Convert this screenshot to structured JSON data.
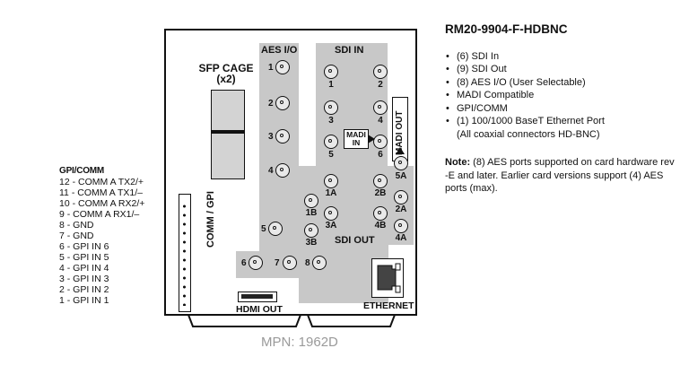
{
  "gpi_comm": {
    "heading": "GPI/COMM",
    "pins": [
      "12 - COMM A TX2/+",
      "11 - COMM A TX1/–",
      "10 - COMM A RX2/+",
      "9 - COMM A RX1/–",
      "8 - GND",
      "7 - GND",
      "6 - GPI IN 6",
      "5 - GPI IN 5",
      "4 - GPI IN 4",
      "3 - GPI IN 3",
      "2 - GPI IN 2",
      "1 - GPI IN 1"
    ]
  },
  "board": {
    "sfp_title": "SFP CAGE",
    "sfp_sub": "(x2)",
    "aes_title": "AES I/O",
    "sdi_in_title": "SDI IN",
    "sdi_out_title": "SDI OUT",
    "madi_out_label": "MADI OUT",
    "madi_in_label_1": "MADI",
    "madi_in_label_2": "IN",
    "comm_gpi_label": "COMM / GPI",
    "hdmi_label": "HDMI OUT",
    "ethernet_label": "ETHERNET",
    "aes_ports": [
      "1",
      "2",
      "3",
      "4",
      "5",
      "6",
      "7",
      "8"
    ],
    "sdi_in_ports": [
      "1",
      "2",
      "3",
      "4",
      "5",
      "6"
    ],
    "sdi_out_ports": [
      "5A",
      "2B",
      "1A",
      "2A",
      "1B",
      "4B",
      "3A",
      "4A",
      "3B"
    ]
  },
  "mpn": "MPN: 1962D",
  "info": {
    "model": "RM20-9904-F-HDBNC",
    "features": [
      "(6) SDI In",
      "(9) SDI Out",
      "(8) AES I/O (User Selectable)",
      "MADI Compatible",
      "GPI/COMM",
      "(1) 100/1000 BaseT Ethernet Port",
      "(All coaxial connectors HD-BNC)"
    ],
    "note_label": "Note:",
    "note_text": "(8) AES ports supported on card hardware rev -E and later. Earlier card versions support (4) AES ports (max)."
  }
}
